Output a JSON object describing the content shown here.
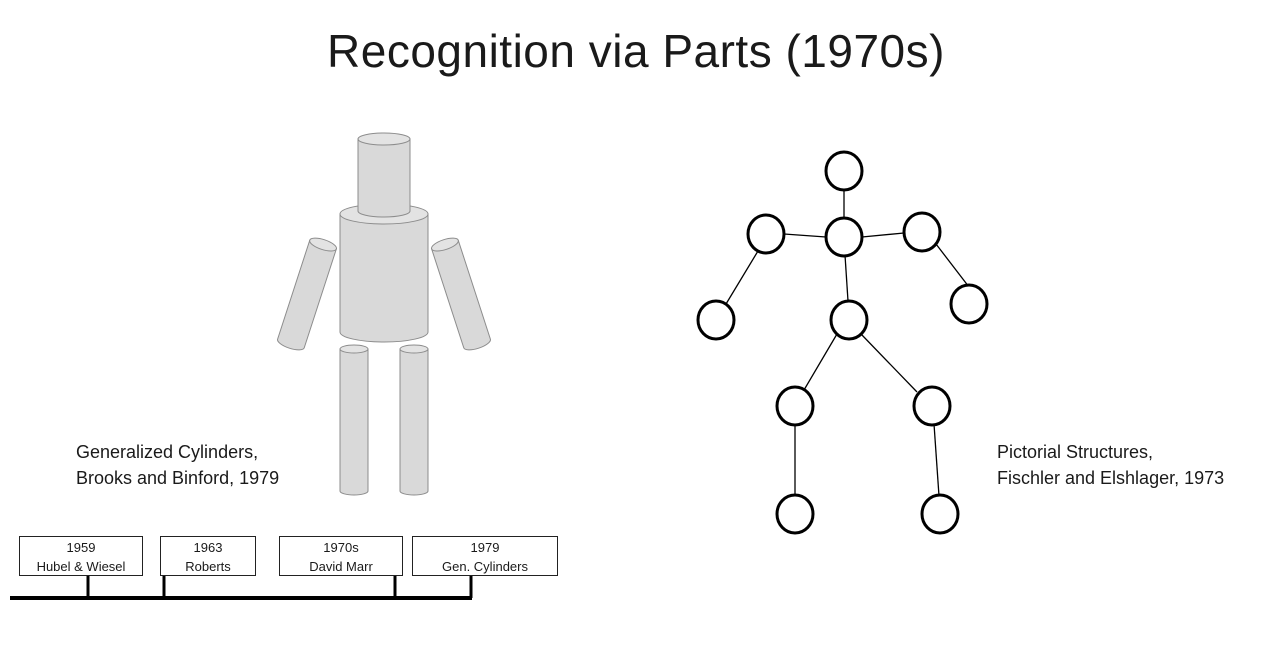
{
  "slide": {
    "title": "Recognition via Parts (1970s)"
  },
  "figures": {
    "left_caption": [
      "Generalized Cylinders,",
      "Brooks and Binford, 1979"
    ],
    "right_caption": [
      "Pictorial Structures,",
      "Fischler and Elshlager, 1973"
    ]
  },
  "timeline": {
    "entries": [
      {
        "year": "1959",
        "label": "Hubel & Wiesel"
      },
      {
        "year": "1963",
        "label": "Roberts"
      },
      {
        "year": "1970s",
        "label": "David Marr"
      },
      {
        "year": "1979",
        "label": "Gen. Cylinders"
      }
    ]
  },
  "colors": {
    "cylinder_fill": "#d9d9d9",
    "cylinder_stroke": "#8c8c8c",
    "node_stroke": "#000000",
    "timeline": "#000000"
  }
}
